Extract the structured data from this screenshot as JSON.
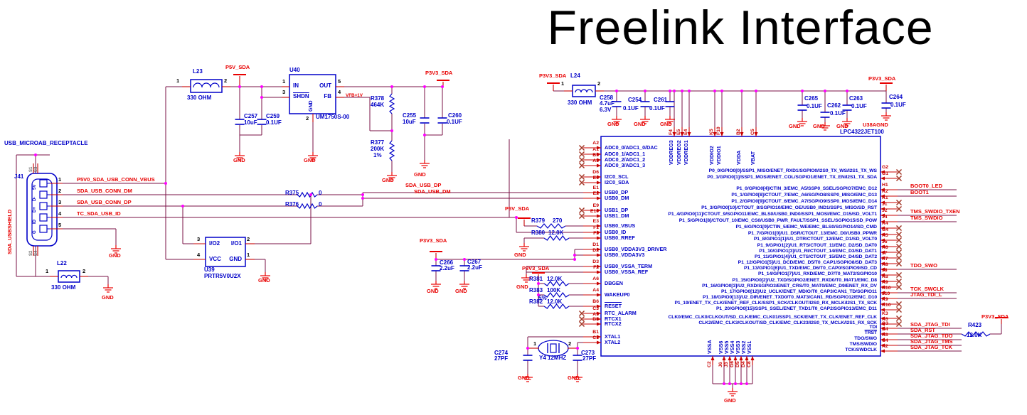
{
  "title": "Freelink Interface",
  "colors": {
    "wire": "#7A1045",
    "component": "#0000C8",
    "net": "#E80000",
    "pin_number": "#C80000",
    "junction": "#FF00FF",
    "no_connect": "#A03020",
    "ground": "#E80000"
  },
  "labels": [
    [
      "usb-receptacle-title",
      "USB_MICROAB_RECEPTACLE",
      6,
      198,
      "b"
    ],
    [
      "j41-refdes",
      "J41",
      20,
      245,
      "b"
    ],
    [
      "net-sda-usbshield",
      "SDA_USBSHIELD",
      10,
      358,
      "rv"
    ],
    [
      "conn-shell-s1",
      "S1",
      41,
      242,
      "gv"
    ],
    [
      "conn-shell-s3",
      "S3",
      48,
      242,
      "gv"
    ],
    [
      "conn-shell-s2",
      "S2",
      41,
      360,
      "gv"
    ],
    [
      "conn-shell-s4",
      "S4",
      48,
      360,
      "gv"
    ],
    [
      "conn-pin-5v",
      "5V",
      46,
      267,
      "cv"
    ],
    [
      "conn-pin-dm",
      "D-",
      46,
      283,
      "cv"
    ],
    [
      "conn-pin-dp",
      "D+",
      46,
      299,
      "cv"
    ],
    [
      "conn-pin-id",
      "ID",
      46,
      315,
      "cv"
    ],
    [
      "conn-pin-g",
      "G",
      46,
      329,
      "cv"
    ],
    [
      "conn-pin1-num",
      "1",
      82,
      249,
      "k"
    ],
    [
      "conn-pin2-num",
      "2",
      82,
      265,
      "k"
    ],
    [
      "conn-pin3-num",
      "3",
      82,
      281,
      "k"
    ],
    [
      "conn-pin4-num",
      "4",
      82,
      297,
      "k"
    ],
    [
      "conn-pin5-num",
      "5",
      82,
      313,
      "k"
    ],
    [
      "net-vbus",
      "P5V0_SDA_USB_CONN_VBUS",
      108,
      249,
      "r"
    ],
    [
      "net-conn-dm",
      "SDA_USB_CONN_DM",
      108,
      265,
      "r"
    ],
    [
      "net-conn-dp",
      "SDA_USB_CONN_DP",
      108,
      281,
      "r"
    ],
    [
      "net-usb-id",
      "TC_SDA_USB_ID",
      108,
      297,
      "r"
    ],
    [
      "gnd-conn-label",
      "GND",
      153,
      356,
      "r"
    ],
    [
      "l22-refdes",
      "L22",
      80,
      367,
      "b"
    ],
    [
      "l22-value",
      "330 OHM",
      72,
      401,
      "b"
    ],
    [
      "l22-pin1",
      "1",
      64,
      378,
      "k"
    ],
    [
      "l22-pin2",
      "2",
      116,
      378,
      "k"
    ],
    [
      "gnd-l22-label",
      "GND",
      143,
      415,
      "r"
    ],
    [
      "l23-refdes",
      "L23",
      271,
      97,
      "b"
    ],
    [
      "l23-value",
      "330 OHM",
      263,
      134,
      "b"
    ],
    [
      "l23-pin1",
      "1",
      248,
      110,
      "k"
    ],
    [
      "l23-pin2",
      "2",
      315,
      110,
      "k"
    ],
    [
      "pwr-p5v-sda-1",
      "P5V_SDA",
      317,
      91,
      "r"
    ],
    [
      "c257-refdes",
      "C257",
      343,
      160,
      "b"
    ],
    [
      "c257-value",
      "10uF",
      343,
      169,
      "b"
    ],
    [
      "c259-refdes",
      "C259",
      374,
      160,
      "b"
    ],
    [
      "c259-value",
      "0.1UF",
      374,
      169,
      "b"
    ],
    [
      "gnd-c257-label",
      "GND",
      328,
      222,
      "r"
    ],
    [
      "u40-refdes",
      "U40",
      407,
      95,
      "b"
    ],
    [
      "u40-pin1",
      "1",
      397,
      111,
      "k"
    ],
    [
      "u40-pin3",
      "3",
      397,
      126,
      "k"
    ],
    [
      "u40-pin5",
      "5",
      475,
      111,
      "k"
    ],
    [
      "u40-pin4",
      "4",
      475,
      126,
      "k"
    ],
    [
      "u40-pin2",
      "2",
      430,
      163,
      "k"
    ],
    [
      "u40-in",
      "IN",
      412,
      117,
      "b"
    ],
    [
      "u40-shdn",
      "SHDN",
      412,
      132,
      "bo"
    ],
    [
      "u40-out",
      "OUT",
      466,
      117,
      "bR"
    ],
    [
      "u40-fb",
      "FB",
      466,
      132,
      "bR"
    ],
    [
      "u40-gnd",
      "GND",
      434,
      157,
      "dv"
    ],
    [
      "u40-part",
      "UM1750S-00",
      444,
      161,
      "b"
    ],
    [
      "u40-vfb",
      "VFB=1V",
      486,
      132,
      "q"
    ],
    [
      "gnd-u40-label",
      "GND",
      427,
      222,
      "r"
    ],
    [
      "r378-refdes",
      "R378",
      521,
      135,
      "b"
    ],
    [
      "r378-value",
      "464K",
      521,
      144,
      "b"
    ],
    [
      "r377-refdes",
      "R377",
      521,
      197,
      "b"
    ],
    [
      "r377-value",
      "200K",
      521,
      206,
      "b"
    ],
    [
      "r377-tol",
      "1%",
      525,
      215,
      "b"
    ],
    [
      "gnd-r377-label",
      "GND",
      537,
      250,
      "r"
    ],
    [
      "c255-refdes",
      "C255",
      566,
      159,
      "b"
    ],
    [
      "c255-value",
      "10uF",
      566,
      168,
      "b"
    ],
    [
      "c260-refdes",
      "C260",
      630,
      159,
      "b"
    ],
    [
      "c260-value",
      "0.1UF",
      628,
      168,
      "b"
    ],
    [
      "pwr-p3v3-sda-1",
      "P3V3_SDA",
      598,
      99,
      "r"
    ],
    [
      "gnd-c255-label",
      "GND",
      582,
      242,
      "r"
    ],
    [
      "u39-refdes",
      "U39",
      287,
      376,
      "b"
    ],
    [
      "u39-part",
      "PRTR5V0U2X",
      287,
      385,
      "b"
    ],
    [
      "u39-pin3",
      "3",
      277,
      333,
      "k"
    ],
    [
      "u39-pin2",
      "2",
      347,
      333,
      "k"
    ],
    [
      "u39-pin4",
      "4",
      277,
      355,
      "k"
    ],
    [
      "u39-pin1",
      "1",
      347,
      355,
      "k"
    ],
    [
      "u39-io2",
      "I/O2",
      294,
      339,
      "b"
    ],
    [
      "u39-io1",
      "I/O1",
      340,
      339,
      "bR"
    ],
    [
      "u39-vcc",
      "VCC",
      294,
      361,
      "b"
    ],
    [
      "u39-gnd",
      "GND",
      340,
      361,
      "bR"
    ],
    [
      "gnd-u39-label",
      "GND",
      363,
      391,
      "r"
    ],
    [
      "r375-refdes",
      "R375",
      401,
      268,
      "b"
    ],
    [
      "r375-value",
      "0",
      448,
      268,
      "b"
    ],
    [
      "r376-refdes",
      "R376",
      401,
      284,
      "b"
    ],
    [
      "r376-value",
      "0",
      448,
      284,
      "b"
    ],
    [
      "net-sda-usb-dp",
      "SDA_USB_DP",
      570,
      257,
      "r"
    ],
    [
      "net-sda-usb-dm",
      "SDA_USB_DM",
      582,
      266,
      "r"
    ],
    [
      "pwr-p5v-sda-2",
      "P5V_SDA",
      710,
      290,
      "r"
    ],
    [
      "r379-refdes",
      "R379",
      747,
      307,
      "b"
    ],
    [
      "r379-value",
      "270",
      777,
      307,
      "b"
    ],
    [
      "r380-refdes",
      "R380",
      747,
      324,
      "b"
    ],
    [
      "r380-value",
      "12.0K",
      771,
      324,
      "b"
    ],
    [
      "gnd-r380-label",
      "GND",
      723,
      355,
      "r"
    ],
    [
      "pwr-p3v3-sda-2",
      "P3V3_SDA",
      590,
      335,
      "r"
    ],
    [
      "c266-refdes",
      "C266",
      618,
      366,
      "b"
    ],
    [
      "c266-value",
      "2.2uF",
      618,
      374,
      "b"
    ],
    [
      "c267-refdes",
      "C267",
      657,
      365,
      "b"
    ],
    [
      "c267-value",
      "2.2uF",
      657,
      373,
      "b"
    ],
    [
      "gnd-c266-label",
      "GND",
      600,
      406,
      "r"
    ],
    [
      "gnd-c267-label",
      "GND",
      640,
      406,
      "r"
    ],
    [
      "gnd-vssa-label",
      "GND",
      726,
      400,
      "r"
    ],
    [
      "pwr-p3v3-sda-3",
      "P3V3_SDA",
      734,
      374,
      "r"
    ],
    [
      "r381-refdes",
      "R381",
      744,
      389,
      "b"
    ],
    [
      "r381-value",
      "12.0K",
      769,
      389,
      "b"
    ],
    [
      "r383-refdes",
      "R383",
      744,
      405,
      "b"
    ],
    [
      "r383-value",
      "100K",
      769,
      405,
      "b"
    ],
    [
      "r383-tol",
      "5%",
      757,
      416,
      "b"
    ],
    [
      "r382-refdes",
      "R382",
      744,
      421,
      "b"
    ],
    [
      "r382-value",
      "12.0K",
      769,
      421,
      "b"
    ],
    [
      "c274-refdes",
      "C274",
      695,
      493,
      "b"
    ],
    [
      "c274-value",
      "27PF",
      695,
      501,
      "b"
    ],
    [
      "y4-refdes",
      "Y4 12MHZ",
      758,
      500,
      "b"
    ],
    [
      "c273-refdes",
      "C273",
      817,
      493,
      "b"
    ],
    [
      "c273-value",
      "27PF",
      819,
      501,
      "b"
    ],
    [
      "y4-pin1",
      "1",
      750,
      480,
      "k"
    ],
    [
      "y4-pin2",
      "2",
      799,
      480,
      "k"
    ],
    [
      "gnd-c274-label",
      "GND",
      728,
      528,
      "r"
    ],
    [
      "gnd-c273-label",
      "GND",
      798,
      528,
      "r"
    ],
    [
      "pwr-p3v3-sda-4",
      "P3V3_SDA",
      758,
      103,
      "r"
    ],
    [
      "l24-refdes",
      "L24",
      802,
      103,
      "b"
    ],
    [
      "l24-value",
      "330 OHM",
      798,
      141,
      "b"
    ],
    [
      "l24-pin1",
      "1",
      789,
      114,
      "k"
    ],
    [
      "l24-pin2",
      "2",
      840,
      114,
      "k"
    ],
    [
      "c258-refdes",
      "C258",
      843,
      134,
      "b"
    ],
    [
      "c258-value",
      "4.7uF",
      843,
      142,
      "b"
    ],
    [
      "c258-volt",
      "6.3V",
      843,
      151,
      "b"
    ],
    [
      "c254-refdes",
      "C254",
      883,
      137,
      "b"
    ],
    [
      "c254-value",
      "0.1UF",
      876,
      149,
      "b"
    ],
    [
      "c261-refdes",
      "C261",
      919,
      137,
      "b"
    ],
    [
      "c261-value",
      "0.1UF",
      913,
      149,
      "b"
    ],
    [
      "gnd-c258-label",
      "GND",
      854,
      171,
      "r"
    ],
    [
      "gnd-c254-label",
      "GND",
      891,
      171,
      "r"
    ],
    [
      "gnd-c261-label",
      "GND",
      928,
      171,
      "r"
    ],
    [
      "c265-refdes",
      "C265",
      1131,
      135,
      "b"
    ],
    [
      "c265-value",
      "0.1UF",
      1134,
      146,
      "b"
    ],
    [
      "c262-refdes",
      "C262",
      1163,
      145,
      "b"
    ],
    [
      "c262-value",
      "0.1UF",
      1167,
      156,
      "b"
    ],
    [
      "c263-refdes",
      "C263",
      1194,
      135,
      "b"
    ],
    [
      "c263-value",
      "0.1UF",
      1197,
      146,
      "b"
    ],
    [
      "gnd-c265-label",
      "GND",
      1109,
      174,
      "r"
    ],
    [
      "gnd-c262-label",
      "GND",
      1143,
      174,
      "r"
    ],
    [
      "gnd-c263-label",
      "GND",
      1176,
      174,
      "r"
    ],
    [
      "pwr-p3v3-sda-5",
      "P3V3_SDA",
      1221,
      107,
      "r"
    ],
    [
      "c264-refdes",
      "C264",
      1250,
      133,
      "b"
    ],
    [
      "c264-value",
      "0.1UF",
      1252,
      144,
      "b"
    ],
    [
      "u38agnd-label",
      "U38AGND",
      1213,
      172,
      "r"
    ],
    [
      "u38-part",
      "LPC4322JET100",
      1181,
      182,
      "b"
    ],
    [
      "r423-refdes",
      "R423",
      1361,
      454,
      "b"
    ],
    [
      "r423-value",
      "12.0K",
      1359,
      468,
      "b"
    ],
    [
      "pwr-p3v3-sda-6",
      "P3V3_SDA",
      1380,
      442,
      "r"
    ],
    [
      "gnd-vss-label",
      "GND",
      1018,
      560,
      "r"
    ]
  ],
  "ic": {
    "left_pins": [
      [
        "A2",
        "ADC0_0/ADC1_0/DAC",
        208,
        "n"
      ],
      [
        "A1",
        "ADC0_1/ADC1_1",
        217,
        "n"
      ],
      [
        "B3",
        "ADC0_2/ADC1_2",
        225,
        "n"
      ],
      [
        "A3",
        "ADC0_3/ADC1_3",
        233,
        "n"
      ],
      [
        "D6",
        "I2C0_SCL",
        249,
        "n"
      ],
      [
        "E6",
        "I2C0_SDA",
        257,
        "n"
      ],
      [
        "E1",
        "USB0_DP",
        271,
        ""
      ],
      [
        "E2",
        "USB0_DM",
        279,
        ""
      ],
      [
        "E9",
        "USB1_DP",
        296,
        "n"
      ],
      [
        "E10",
        "USB1_DM",
        304,
        "n"
      ],
      [
        "E3",
        "USB0_VBUS",
        318,
        ""
      ],
      [
        "F1",
        "USB0_ID",
        327,
        ""
      ],
      [
        "F3",
        "USB0_RREF",
        335,
        ""
      ],
      [
        "D1",
        "USB0_VDDA3V3_DRIVER",
        351,
        ""
      ],
      [
        "D2",
        "USB0_VDDA3V3",
        359,
        ""
      ],
      [
        "D3",
        "USB0_VSSA_TERM",
        375,
        ""
      ],
      [
        "F2",
        "USB0_VSSA_REF",
        383,
        ""
      ],
      [
        "A6",
        "DBGEN",
        399,
        ""
      ],
      [
        "A4",
        "WAKEUP0",
        415,
        ""
      ],
      [
        "B6",
        "RESET",
        431,
        "o"
      ],
      [
        "C3",
        "RTC_ALARM",
        441,
        "n"
      ],
      [
        "A5",
        "RTCX1",
        449,
        "n"
      ],
      [
        "B5",
        "RTCX2",
        456,
        "n"
      ],
      [
        "B1",
        "XTAL1",
        474,
        ""
      ],
      [
        "C1",
        "XTAL2",
        482,
        ""
      ]
    ],
    "right_pins": [
      [
        "G2",
        "P0_0/GPIO0[0]/SSP1_MISO/ENET_RXD1/SGPIO0/I2S0_TX_WS/I2S1_TX_WS",
        242,
        "n",
        ""
      ],
      [
        "G1",
        "P0_1/GPIO0[1]/SSP1_MOSI/ENET_COL/SGPIO1/ENET_TX_EN/I2S1_TX_SDA",
        251,
        "n",
        ""
      ],
      [
        "H1",
        "P1_0/GPIO0[4]/CTIN_3/EMC_A5/SSP0_SSEL/SGPIO7/EMC_D12",
        267,
        "",
        "BOOT0_LED"
      ],
      [
        "K2",
        "P1_1/GPIO0[8]/CTOUT_7/EMC_A6/SGPIO8/SSP0_MISO/EMC_D13",
        276,
        "",
        "BOOT1"
      ],
      [
        "K1",
        "P1_2/GPIO0[9]/CTOUT_6/EMC_A7/SGPIO9/SSP0_MOSI/EMC_D14",
        285,
        "n",
        ""
      ],
      [
        "J1",
        "P1_3/GPIO0[10]/CTOUT_8/SGPIO10/EMC_OE/USB0_IND1/SSP1_MISO/SD_RST",
        294,
        "n",
        ""
      ],
      [
        "J2",
        "P1_4/GPIO0[11]/CTOUT_9/SGPIO11/EMC_BLS0/USB0_IND0/SSP1_MOSI/EMC_D15/SD_VOLT1",
        303,
        "",
        "TMS_SWDIO_TXEN"
      ],
      [
        "J4",
        "P1_5/GPIO1[8]/CTOUT_10/EMC_CS0/USB0_PWR_FAULT/SSP1_SSEL/SGPIO15/SD_POW",
        312,
        "",
        "TMS_SWDIO"
      ],
      [
        "K4",
        "P1_6/GPIO1[9]/CTIN_5/EMC_WE/EMC_BLS0/SGPIO14/SD_CMD",
        321,
        "n",
        ""
      ],
      [
        "G4",
        "P1_7/GPIO1[0]/U1_DSR/CTOUT_13/EMC_D0/USB0_PPWR",
        330,
        "n",
        ""
      ],
      [
        "H5",
        "P1_8/GPIO1[1]/U1_DTR/CTOUT_12/EMC_D1/SD_VOLT0",
        338,
        "n",
        ""
      ],
      [
        "J5",
        "P1_9/GPIO1[2]/U1_RTS/CTOUT_11/EMC_D2/SD_DAT0",
        347,
        "n",
        ""
      ],
      [
        "H6",
        "P1_10/GPIO1[3]/U1_RI/CTOUT_14/EMC_D3/SD_DAT1",
        355,
        "n",
        ""
      ],
      [
        "J7",
        "P1_11/GPIO1[4]/U1_CTS/CTOUT_15/EMC_D4/SD_DAT2",
        363,
        "n",
        ""
      ],
      [
        "K7",
        "P1_12/GPIO1[5]/U1_DCD/EMC_D5/T0_CAP1/SGPIO8/SD_DAT3",
        371,
        "n",
        ""
      ],
      [
        "H8",
        "P1_13/GPIO1[6]/U1_TXD/EMC_D6/T0_CAP0/SGPIO9/SD_CD",
        379,
        "",
        "TDO_SWO"
      ],
      [
        "J8",
        "P1_14/GPIO1[7]/U1_RXD/EMC_D7/T0_MAT2/SGPIO10",
        387,
        "n",
        ""
      ],
      [
        "K8",
        "P1_15/GPIO0[2]/U2_TXD/SGPIO2/ENET_RXD0/T0_MAT1/EMC_D8",
        396,
        "n",
        ""
      ],
      [
        "H9",
        "P1_16/GPIO0[3]/U2_RXD/SGPIO3/ENET_CRS/T0_MAT0/EMC_D9/ENET_RX_DV",
        404,
        "n",
        ""
      ],
      [
        "H10",
        "P1_17/GPIO0[12]/U2_UCLK/ENET_MDIO/T0_CAP3/CAN1_TD/SGPIO11",
        412,
        "",
        "TCK_SWCLK"
      ],
      [
        "J10",
        "P1_18/GPIO0[13]/U2_DIR/ENET_TXD0/T0_MAT3/CAN1_RD/SGPIO12/EMC_D10",
        420,
        "",
        "JTAG_TDI_L"
      ],
      [
        "K9",
        "P1_19/ENET_TX_CLK/ENET_REF_CLK/SSP1_SCK/CLKOUT/I2S0_RX_MCLK/I2S1_TX_SCK",
        428,
        "n",
        ""
      ],
      [
        "K10",
        "P1_20/GPIO0[15]/SSP1_SSEL/ENET_TXD1/T0_CAP2/SGPIO13/EMC_D11",
        436,
        "n",
        ""
      ],
      [
        "K3",
        "CLK0/EMC_CLK0/CLKOUT/SD_CLK/EMC_CLK01/SSP1_SCK/ENET_TX_CLK/ENET_REF_CLK",
        448,
        "n",
        ""
      ],
      [
        "K6",
        "CLK2/EMC_CLK3/CLKOUT/SD_CLK/EMC_CLK23/I2S0_TX_MCLK/I2S1_RX_SCK",
        456,
        "n",
        ""
      ],
      [
        "G3",
        "TDI",
        462,
        "j",
        "SDA_JTAG_TDI"
      ],
      [
        "B4",
        "TRST",
        470,
        "oj",
        "SDA_RST"
      ],
      [
        "H3",
        "TDO/SWO",
        478,
        "j",
        "SDA_JTAG_TDO"
      ],
      [
        "C4",
        "TMS/SWDIO",
        486,
        "j",
        "SDA_JTAG_TMS"
      ],
      [
        "H2",
        "TCK/SWDCLK",
        494,
        "j",
        "SDA_JTAG_TCK"
      ]
    ],
    "top_pins": [
      [
        "F4",
        "VDDREG3",
        948
      ],
      [
        "E5",
        "VDDREG2",
        959
      ],
      [
        "E4",
        "VDDREG1",
        969
      ],
      [
        "K5",
        "VDDIO2",
        1005
      ],
      [
        "F10",
        "VDDIO1",
        1015
      ],
      [
        "B2",
        "VDDA",
        1043
      ],
      [
        "C5",
        "VBAT",
        1063
      ]
    ],
    "bottom_pins": [
      [
        "C2",
        "VSSA",
        1002
      ],
      [
        "J6",
        "VSS6",
        1018
      ],
      [
        "J3",
        "VSS5",
        1026
      ],
      [
        "G6",
        "VSS4",
        1034
      ],
      [
        "D5",
        "VSS3",
        1042
      ],
      [
        "D4",
        "VSS2",
        1050
      ],
      [
        "C8",
        "VSS1",
        1058
      ]
    ]
  }
}
